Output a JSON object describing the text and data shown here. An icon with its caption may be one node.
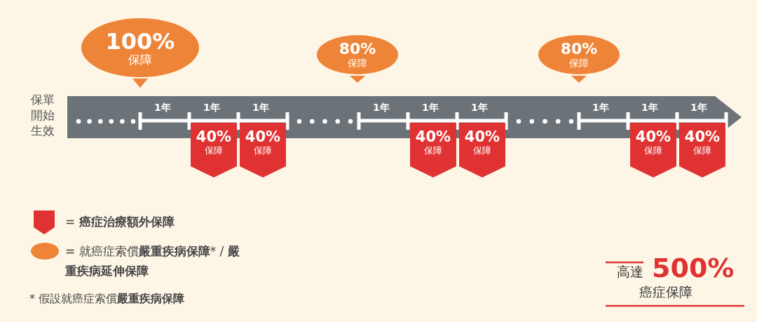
{
  "diagram": {
    "nodes": [
      {
        "text": [
          "100%",
          "保障"
        ]
      },
      {
        "text": [
          "80%",
          "保障"
        ]
      },
      {
        "text": [
          "80%",
          "保障"
        ]
      },
      {
        "text": [
          "40%",
          "保障"
        ]
      },
      {
        "text": [
          "40%",
          "保障"
        ]
      },
      {
        "text": [
          "40%",
          "保障"
        ]
      },
      {
        "text": [
          "40%",
          "保障"
        ]
      },
      {
        "text": [
          "40%",
          "保障"
        ]
      },
      {
        "text": [
          "40%",
          "保障"
        ]
      }
    ],
    "labels": [
      "保單開始生效",
      "1年",
      "1年",
      "1年",
      "1年",
      "1年",
      "1年",
      "1年",
      "1年",
      "1年",
      "高達",
      "500%",
      "癌症保障",
      "* 假設就癌症索償**嚴重疾病保障**"
    ],
    "legend": [
      {
        "text": "= **癌症治療額外保障**",
        "color": "#e03232"
      },
      {
        "text": "= 就癌症索償**嚴重疾病保障*** / **嚴重疾病延伸保障**",
        "color": "#ee8438"
      }
    ]
  }
}
